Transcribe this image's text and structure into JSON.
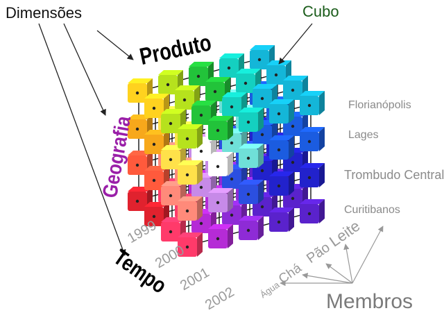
{
  "labels": {
    "dimensoes": "Dimensões",
    "cubo": "Cubo",
    "produto": "Produto",
    "geografia": "Geografia",
    "tempo": "Tempo",
    "membros": "Membros"
  },
  "geografia_membros": [
    "Florianópolis",
    "Lages",
    "Trombudo Central",
    "Curitibanos"
  ],
  "tempo_membros": [
    "1999",
    "2000",
    "2001",
    "2002"
  ],
  "produto_membros": [
    "Leite",
    "Pão",
    "Chá",
    "Água"
  ],
  "colors": {
    "geografia_label": "#9a1fa8",
    "cubo_label": "#1a5c1a",
    "member_text": "#8a8a8a",
    "cube_palette": [
      "#ffd21f",
      "#f7a81b",
      "#ff5a3c",
      "#e0222e",
      "#9ee023",
      "#22c33a",
      "#14d0c0",
      "#1b5ce0",
      "#2222cc",
      "#8e2bd6",
      "#d22ea8",
      "#ffffff"
    ]
  }
}
